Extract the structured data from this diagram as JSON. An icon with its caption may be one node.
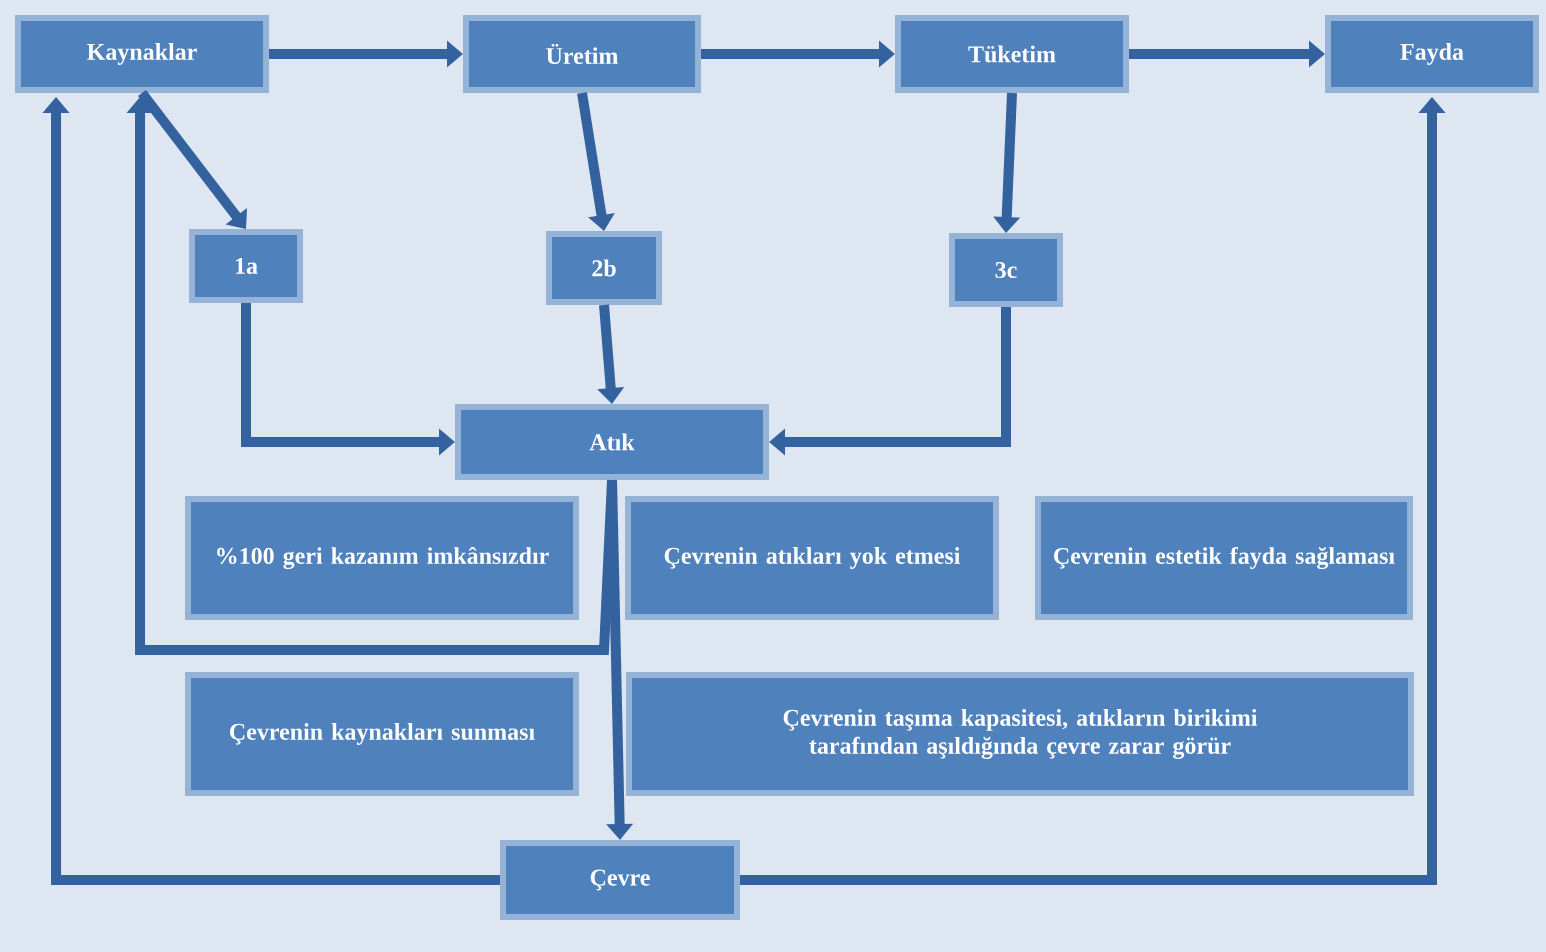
{
  "diagram": {
    "nodes": [
      {
        "text": [
          "Kaynaklar"
        ]
      },
      {
        "text": [
          "Üretim"
        ]
      },
      {
        "text": [
          "Tüketim"
        ]
      },
      {
        "text": [
          "Fayda"
        ]
      },
      {
        "text": [
          "1a"
        ]
      },
      {
        "text": [
          "2b"
        ]
      },
      {
        "text": [
          "3c"
        ]
      },
      {
        "text": [
          "Atık"
        ]
      },
      {
        "text": [
          "%100 geri kazanım imkânsızdır"
        ]
      },
      {
        "text": [
          "Çevrenin atıkları yok etmesi"
        ]
      },
      {
        "text": [
          "Çevrenin estetik fayda sağlaması"
        ]
      },
      {
        "text": [
          "Çevrenin kaynakları sunması"
        ]
      },
      {
        "text": [
          "Çevrenin taşıma kapasitesi, atıkların birikimi tarafından aşıldığında çevre zarar görür"
        ]
      },
      {
        "text": [
          "Çevre"
        ]
      }
    ],
    "edges": [
      {
        "from": 0,
        "to": 1,
        "arrow": "to"
      },
      {
        "from": 1,
        "to": 2,
        "arrow": "to"
      },
      {
        "from": 2,
        "to": 3,
        "arrow": "to"
      },
      {
        "from": 0,
        "to": 4,
        "arrow": "to"
      },
      {
        "from": 1,
        "to": 5,
        "arrow": "to"
      },
      {
        "from": 2,
        "to": 6,
        "arrow": "to"
      },
      {
        "from": 4,
        "to": 7,
        "arrow": "to"
      },
      {
        "from": 5,
        "to": 7,
        "arrow": "to"
      },
      {
        "from": 6,
        "to": 7,
        "arrow": "to"
      },
      {
        "from": 7,
        "to": 13,
        "arrow": "to"
      },
      {
        "from": 7,
        "to": 0,
        "arrow": "to"
      },
      {
        "from": 13,
        "to": 0,
        "arrow": "to"
      },
      {
        "from": 13,
        "to": 3,
        "arrow": "to"
      }
    ]
  }
}
